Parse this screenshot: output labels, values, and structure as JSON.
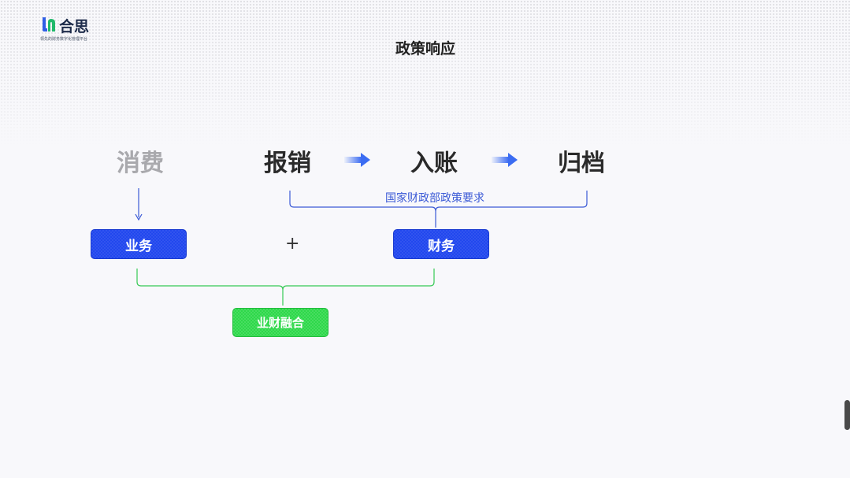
{
  "logo": {
    "name": "合思",
    "tagline": "领先的财务数字化管理平台",
    "colors": {
      "primary": "#2f5fe6",
      "accent": "#20b96b"
    },
    "icon": "hesi-logo-mark"
  },
  "page": {
    "title": "政策响应"
  },
  "flow": {
    "steps": [
      {
        "label": "消费",
        "state": "dimmed"
      },
      {
        "label": "报销",
        "state": "active"
      },
      {
        "label": "入账",
        "state": "active"
      },
      {
        "label": "归档",
        "state": "active"
      }
    ],
    "arrow_icon": "right-arrow-icon",
    "arrow_color": "#3b6cf2"
  },
  "policy_requirement": {
    "label": "国家财政部政策要求",
    "color": "#3b5ad6"
  },
  "boxes": {
    "business": {
      "label": "业务",
      "color": "#2147ee"
    },
    "plus": "+",
    "finance": {
      "label": "财务",
      "color": "#2147ee"
    },
    "integration": {
      "label": "业财融合",
      "color": "#2ed84a"
    }
  },
  "bracket_colors": {
    "top": "#3b5ad6",
    "bottom": "#36c955"
  }
}
